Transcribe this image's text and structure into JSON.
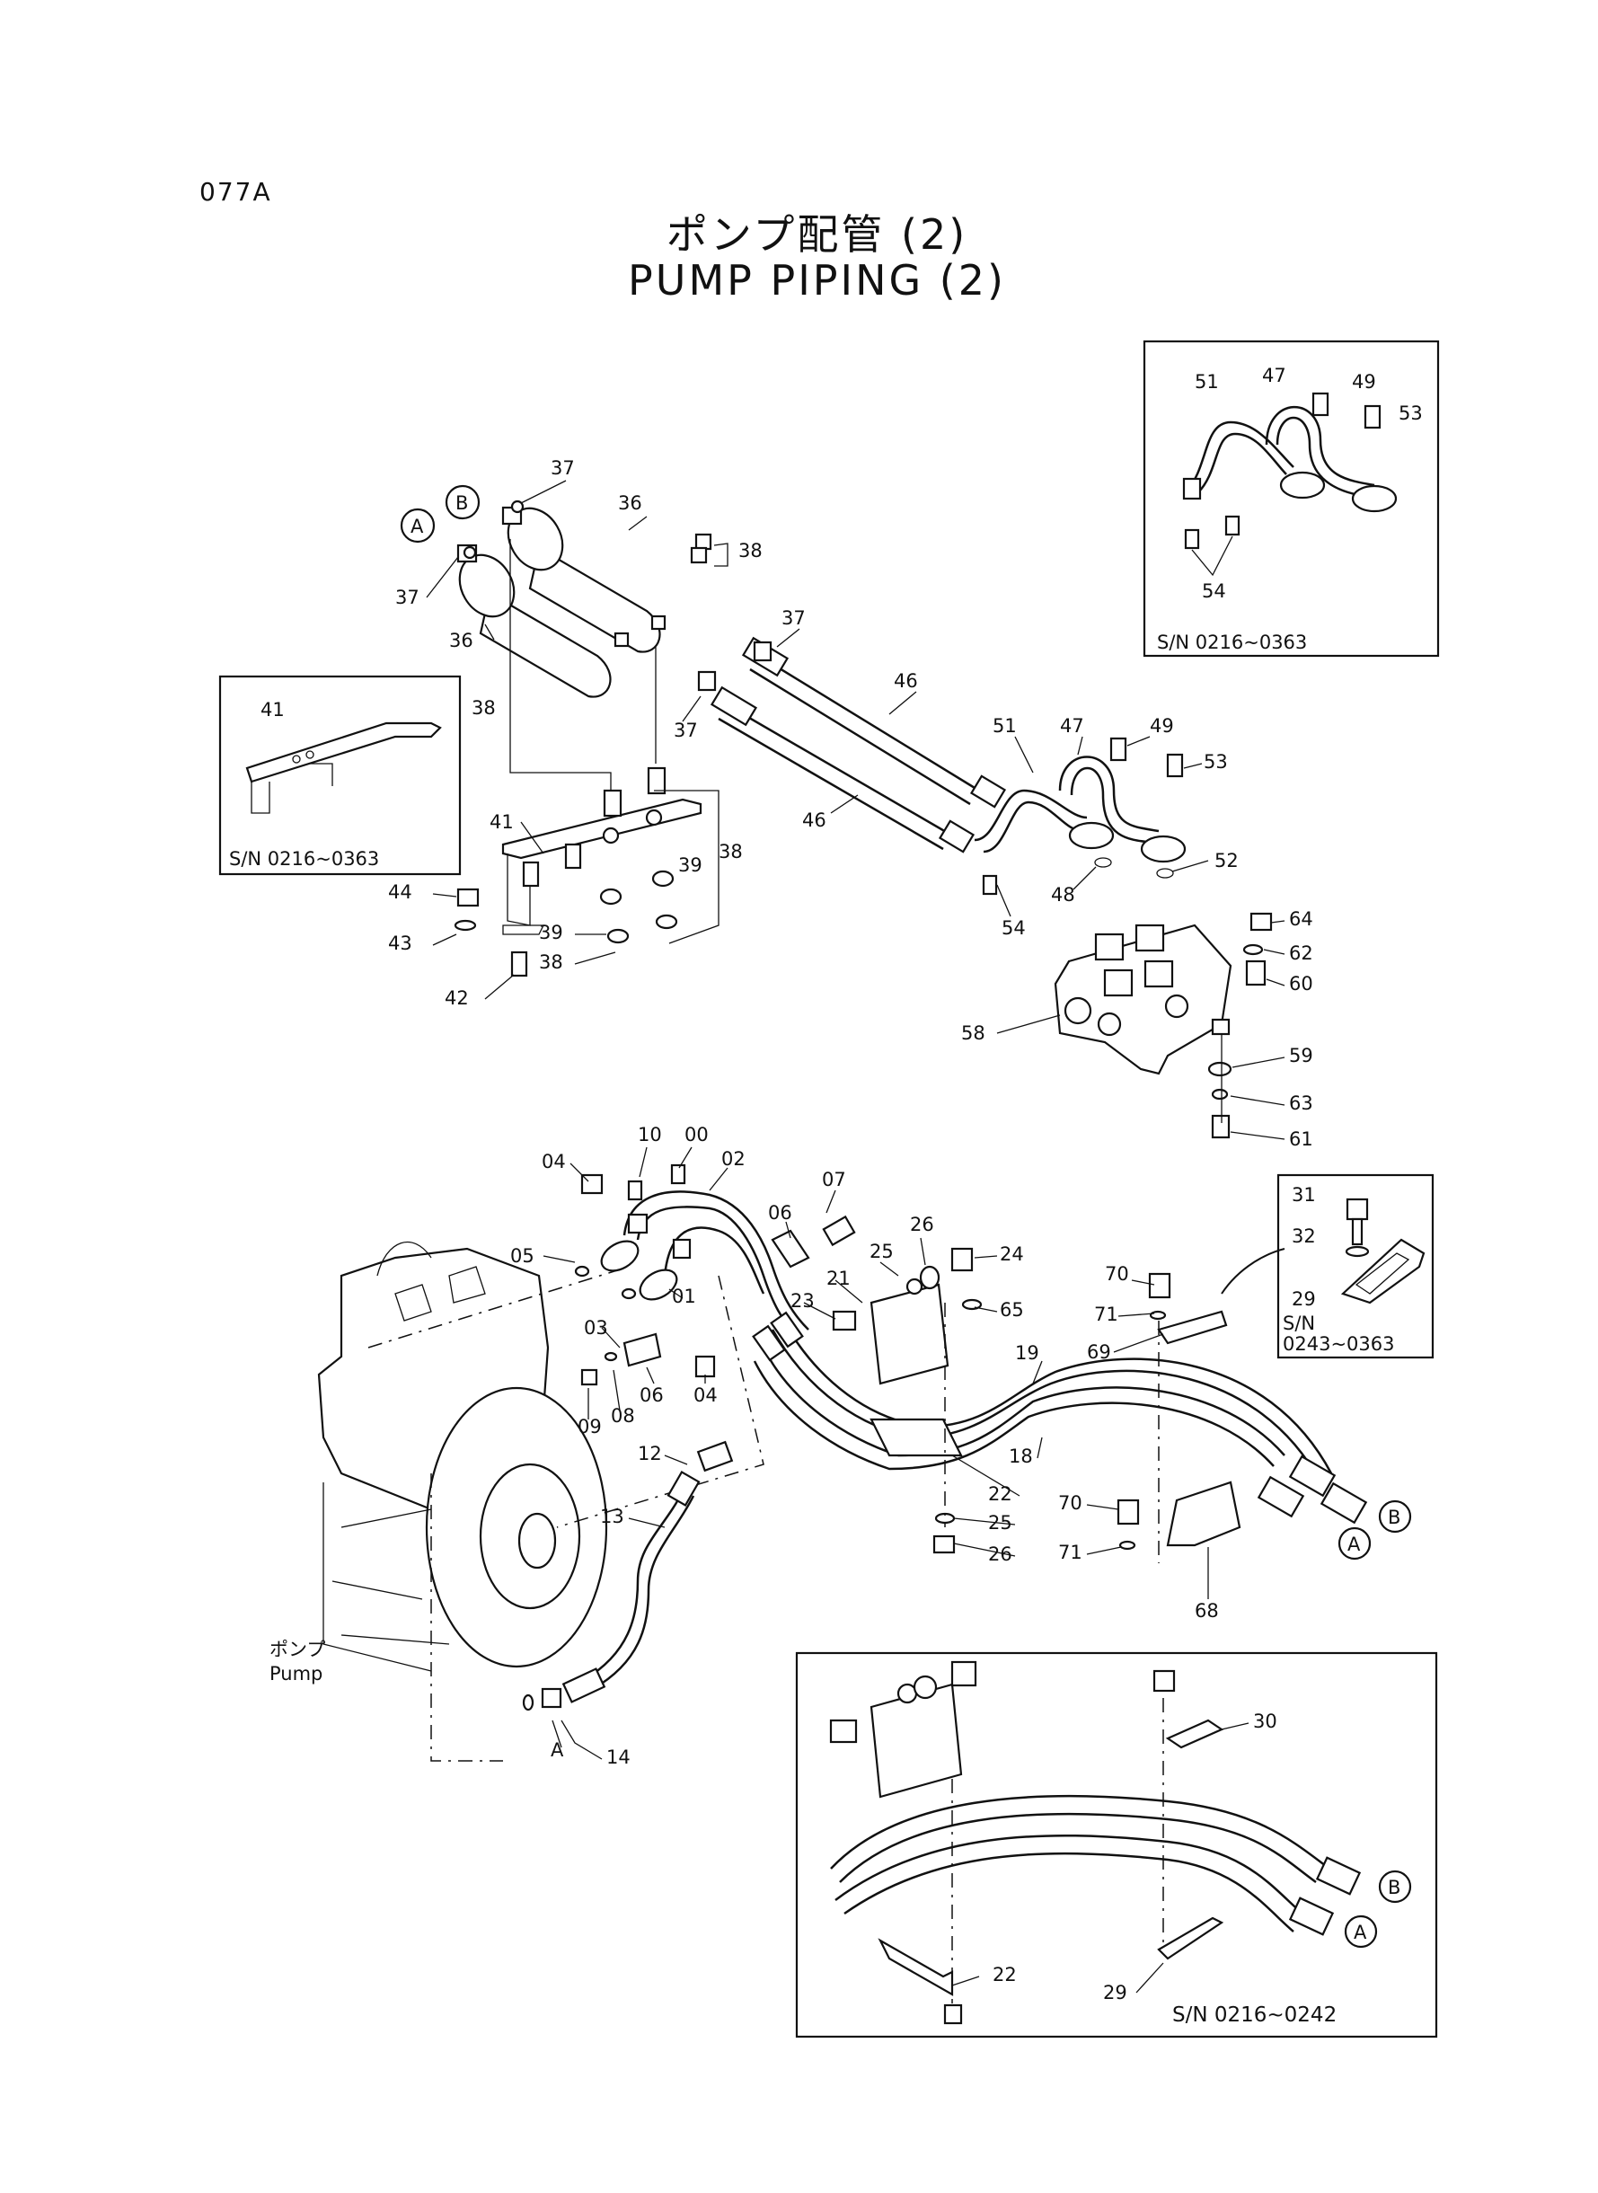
{
  "header": {
    "page_number": "077A",
    "title_ja": "ポンプ配管 (2)",
    "title_en": "PUMP PIPING (2)"
  },
  "labels": {
    "pump_ja": "ポンプ",
    "pump_en": "Pump",
    "sn_box_upper_right": "S/N 0216~0363",
    "sn_box_left": "S/N 0216~0363",
    "sn_box_right_line1": "S/N",
    "sn_box_right_line2": "0243~0363",
    "sn_box_bottom": "S/N  0216~0242",
    "connector_a": "A",
    "connector_b": "B"
  },
  "callouts": {
    "c00": "00",
    "c01": "01",
    "c02": "02",
    "c03": "03",
    "c04": "04",
    "c05": "05",
    "c06": "06",
    "c07": "07",
    "c08": "08",
    "c09": "09",
    "c10": "10",
    "c12": "12",
    "c13": "13",
    "c14": "14",
    "c18": "18",
    "c19": "19",
    "c21": "21",
    "c22": "22",
    "c23": "23",
    "c24": "24",
    "c25": "25",
    "c26": "26",
    "c29": "29",
    "c30": "30",
    "c31": "31",
    "c32": "32",
    "c36": "36",
    "c37": "37",
    "c38": "38",
    "c39": "39",
    "c41": "41",
    "c42": "42",
    "c43": "43",
    "c44": "44",
    "c46": "46",
    "c47": "47",
    "c48": "48",
    "c49": "49",
    "c51": "51",
    "c52": "52",
    "c53": "53",
    "c54": "54",
    "c58": "58",
    "c59": "59",
    "c60": "60",
    "c61": "61",
    "c62": "62",
    "c63": "63",
    "c64": "64",
    "c65": "65",
    "c68": "68",
    "c69": "69",
    "c70": "70",
    "c71": "71"
  }
}
